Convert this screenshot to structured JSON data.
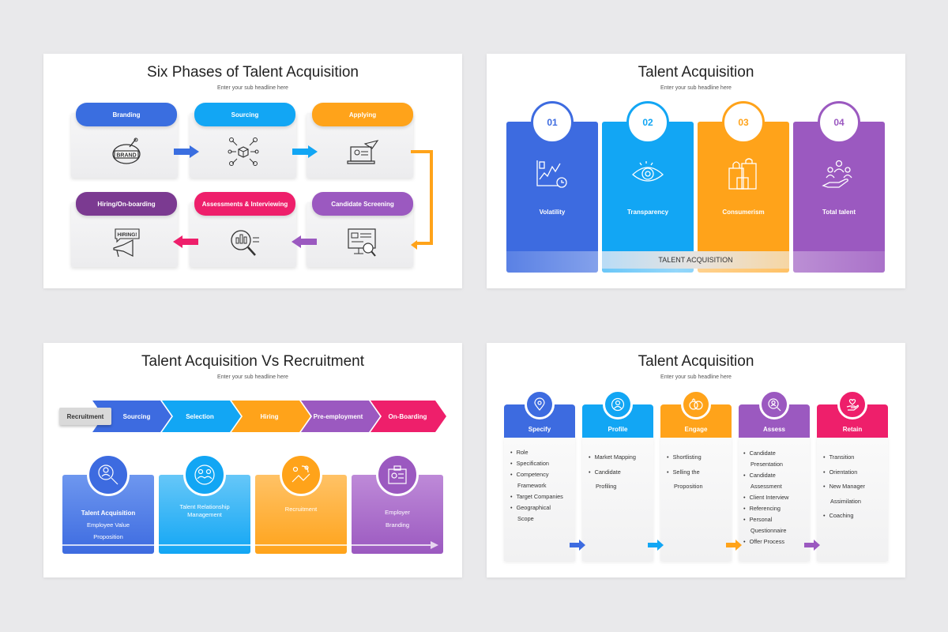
{
  "slide1": {
    "title": "Six Phases of Talent Acquisition",
    "subtitle": "Enter your sub headline here",
    "phases": [
      {
        "label": "Branding",
        "color": "#3a6ee0",
        "icon": "brand-badge-icon"
      },
      {
        "label": "Sourcing",
        "color": "#12a6f4",
        "icon": "network-cube-icon"
      },
      {
        "label": "Applying",
        "color": "#ffa31a",
        "icon": "laptop-send-icon"
      },
      {
        "label": "Hiring/On-boarding",
        "color": "#7b3a91",
        "icon": "megaphone-hiring-icon"
      },
      {
        "label": "Assessments & Interviewing",
        "color": "#ee1f6b",
        "icon": "magnifier-chart-icon"
      },
      {
        "label": "Candidate Screening",
        "color": "#9b59c0",
        "icon": "monitor-profile-icon"
      }
    ],
    "hiring_badge": "HIRING!",
    "brand_badge": "BRAND"
  },
  "slide2": {
    "title": "Talent Acquisition",
    "subtitle": "Enter your sub headline here",
    "columns": [
      {
        "num": "01",
        "label": "Volatility",
        "color": "#3d6be0",
        "icon": "chart-clock-icon"
      },
      {
        "num": "02",
        "label": "Transparency",
        "color": "#12a6f4",
        "icon": "eye-icon"
      },
      {
        "num": "03",
        "label": "Consumerism",
        "color": "#ffa31a",
        "icon": "shopping-bags-icon"
      },
      {
        "num": "04",
        "label": "Total talent",
        "color": "#9b59c0",
        "icon": "hand-people-icon"
      }
    ],
    "banner": "TALENT ACQUISITION"
  },
  "slide3": {
    "title": "Talent Acquisition Vs Recruitment",
    "subtitle": "Enter your sub headline here",
    "chevrons": [
      {
        "label": "Recruitment",
        "color": "#d9d9d9"
      },
      {
        "label": "Sourcing",
        "color": "#3d6be0"
      },
      {
        "label": "Selection",
        "color": "#12a6f4"
      },
      {
        "label": "Hiring",
        "color": "#ffa31a"
      },
      {
        "label": "Pre-employment",
        "color": "#9b59c0"
      },
      {
        "label": "On-Boarding",
        "color": "#ee1f6b"
      }
    ],
    "cards": [
      {
        "title": "Talent Acquisition",
        "lines": [
          "Employee Value",
          "Proposition"
        ],
        "color": "#3d6be0",
        "icon": "person-search-icon"
      },
      {
        "title": "",
        "lines": [
          "Talent Relationship",
          "Management"
        ],
        "color": "#12a6f4",
        "icon": "handshake-people-icon"
      },
      {
        "title": "",
        "lines": [
          "Recruitment"
        ],
        "color": "#ffa31a",
        "icon": "hand-magnet-icon"
      },
      {
        "title": "",
        "lines": [
          "Employer",
          "Branding"
        ],
        "color": "#9b59c0",
        "icon": "id-badge-icon"
      }
    ]
  },
  "slide4": {
    "title": "Talent Acquisition",
    "subtitle": "Enter your sub headline here",
    "steps": [
      {
        "label": "Specify",
        "color": "#3d6be0",
        "icon": "location-pin-icon",
        "items": [
          {
            "t": "Role",
            "b": true
          },
          {
            "t": "Specification",
            "b": true
          },
          {
            "t": "Competency",
            "b": true
          },
          {
            "t": "Framework",
            "b": false
          },
          {
            "t": "Target Companies",
            "b": true
          },
          {
            "t": "Geographical",
            "b": true
          },
          {
            "t": "Scope",
            "b": false
          }
        ]
      },
      {
        "label": "Profile",
        "color": "#12a6f4",
        "icon": "user-circle-icon",
        "items": [
          {
            "t": "Market Mapping",
            "b": true
          },
          {
            "t": "Candidate",
            "b": true
          },
          {
            "t": "Profiling",
            "b": false
          }
        ]
      },
      {
        "label": "Engage",
        "color": "#ffa31a",
        "icon": "rings-icon",
        "items": [
          {
            "t": "Shortlisting",
            "b": true
          },
          {
            "t": "Selling the",
            "b": true
          },
          {
            "t": "Proposition",
            "b": false
          }
        ]
      },
      {
        "label": "Assess",
        "color": "#9b59c0",
        "icon": "magnifier-person-icon",
        "items": [
          {
            "t": "Candidate",
            "b": true
          },
          {
            "t": "Presentation",
            "b": false
          },
          {
            "t": "Candidate",
            "b": true
          },
          {
            "t": "Assessment",
            "b": false
          },
          {
            "t": "Client Interview",
            "b": true
          },
          {
            "t": "Referencing",
            "b": true
          },
          {
            "t": "Personal",
            "b": true
          },
          {
            "t": "Questionnaire",
            "b": false
          },
          {
            "t": "Offer Process",
            "b": true
          }
        ]
      },
      {
        "label": "Retain",
        "color": "#ee1f6b",
        "icon": "hand-heart-icon",
        "items": [
          {
            "t": "Transition",
            "b": true
          },
          {
            "t": "Orientation",
            "b": true
          },
          {
            "t": "New Manager",
            "b": true
          },
          {
            "t": "Assimilation",
            "b": false
          },
          {
            "t": "Coaching",
            "b": true
          }
        ]
      }
    ]
  }
}
